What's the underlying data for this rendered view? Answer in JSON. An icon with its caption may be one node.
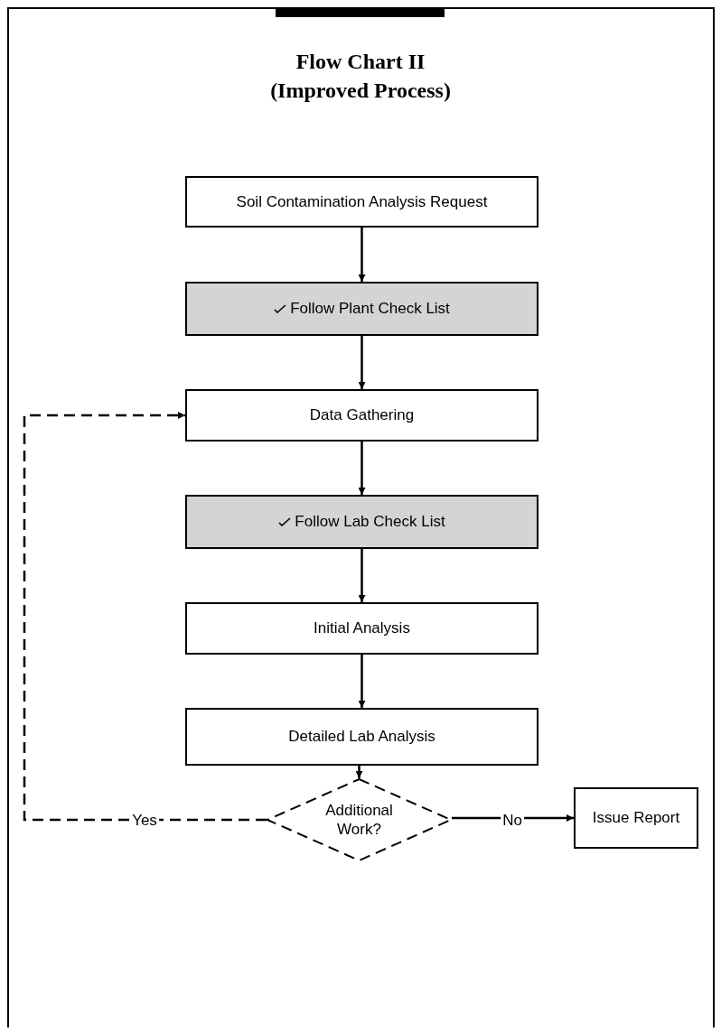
{
  "diagram": {
    "title": "Flow Chart II (Improved Process)",
    "nodes": [
      {
        "text": [
          "Soil Contamination Analysis Request"
        ]
      },
      {
        "text": [
          "Follow Plant Check List"
        ]
      },
      {
        "text": [
          "Data Gathering"
        ]
      },
      {
        "text": [
          "Follow Lab Check List"
        ]
      },
      {
        "text": [
          "Initial Analysis"
        ]
      },
      {
        "text": [
          "Detailed Lab Analysis"
        ]
      },
      {
        "text": [
          "Additional Work?"
        ]
      },
      {
        "text": [
          "Issue Report"
        ]
      }
    ],
    "edges": [
      {
        "from": 0,
        "to": 1,
        "arrow": "to"
      },
      {
        "from": 1,
        "to": 2,
        "arrow": "to"
      },
      {
        "from": 2,
        "to": 3,
        "arrow": "to"
      },
      {
        "from": 3,
        "to": 4,
        "arrow": "to"
      },
      {
        "from": 4,
        "to": 5,
        "arrow": "to"
      },
      {
        "from": 5,
        "to": 6,
        "arrow": "to"
      },
      {
        "from": 6,
        "to": 2,
        "arrow": "to",
        "label": "Yes",
        "style": "dashed"
      },
      {
        "from": 6,
        "to": 7,
        "arrow": "to",
        "label": "No"
      }
    ]
  }
}
